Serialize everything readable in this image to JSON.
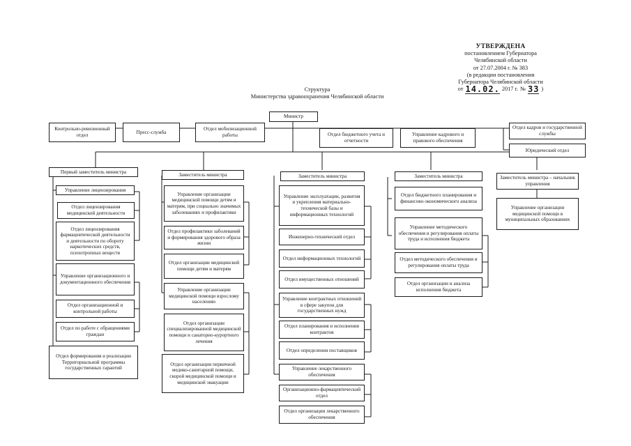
{
  "stamp": {
    "approved": "УТВЕРЖДЕНА",
    "line1": "постановлением Губернатора",
    "line2": "Челябинской области",
    "line3": "от 27.07.2004 г. № 383",
    "line4": "(в редакции постановления",
    "line5": "Губернатора Челябинской области",
    "date_prefix": "от",
    "date_hand": "14.02.",
    "date_year": "2017 г.",
    "num_prefix": "№",
    "num_hand": "33",
    "close": ")"
  },
  "title": {
    "line1": "Структура",
    "line2": "Министерства здравоохранения Челябинской области"
  },
  "top": {
    "minister": "Министр",
    "kru": "Контрольно-ревизионный отдел",
    "press": "Пресс-служба",
    "mob": "Отдел мобилизационной работы",
    "budget": "Отдел бюджетного учета и отчетности",
    "hr": "Управление кадрового и правового обеспечения",
    "kadry": "Отдел кадров и государственной службы",
    "legal": "Юридический отдел"
  },
  "col1": {
    "head": "Первый заместитель министра",
    "items": [
      "Управление лицензирования",
      "Отдел лицензирования медицинской деятельности",
      "Отдел лицензирования фармацевтической деятельности и деятельности по обороту наркотических средств, психотропных веществ",
      "Управление организационного и документационного обеспечения",
      "Отдел организационной и контрольной работы",
      "Отдел по работе с обращениями граждан",
      "Отдел формирования и реализации Территориальной программы государственных гарантий"
    ]
  },
  "col2": {
    "head": "Заместитель министра",
    "items": [
      "Управление организации медицинской помощи детям и матерям, при социально значимых заболеваниях и профилактики",
      "Отдел профилактики заболеваний и формирования здорового образа жизни",
      "Отдел организации медицинской помощи детям и матерям",
      "Управление организации медицинской помощи взрослому населению",
      "Отдел организации специализированной медицинской помощи и санаторно-курортного лечения",
      "Отдел организации первичной медико-санитарной помощи, скорой медицинской помощи и медицинской эвакуации"
    ]
  },
  "col3": {
    "head": "Заместитель министра",
    "items": [
      "Управление эксплуатации, развития и укрепления материально-технической базы и информационных технологий",
      "Инженерно-технический отдел",
      "Отдел информационных технологий",
      "Отдел имущественных отношений",
      "Управление контрактных отношений в сфере закупок для государственных нужд",
      "Отдел планирования и исполнения контрактов",
      "Отдел определения поставщиков",
      "Управление лекарственного обеспечения",
      "Организационно-фармацевтический отдел",
      "Отдел организации лекарственного обеспечения"
    ]
  },
  "col4": {
    "head": "Заместитель министра",
    "items": [
      "Отдел бюджетного планирования и финансово-экономического анализа",
      "Управление методического обеспечения и регулирования оплаты труда и исполнения бюджета",
      "Отдел методического обеспечения и регулирования оплаты труда",
      "Отдел организации и анализа исполнения бюджета"
    ]
  },
  "col5": {
    "head": "Заместитель министра – начальник управления",
    "items": [
      "Управление организации медицинской помощи в муниципальных образованиях"
    ]
  }
}
